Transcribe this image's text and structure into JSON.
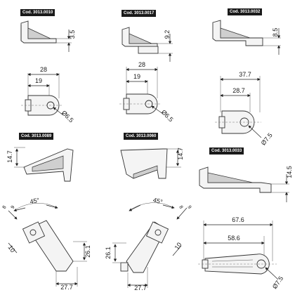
{
  "codes": [
    "Cod. 3013.0010",
    "Cod. 3013.0017",
    "Cod. 3013.0032",
    "Cod. 3013.0089",
    "Cod. 3013.0060",
    "Cod. 3013.0033"
  ],
  "dims": {
    "h1": "3.5",
    "h2": "9.2",
    "h3": "8.5",
    "w1a": "28",
    "w1b": "19",
    "d1": "Ø6.5",
    "w2a": "28",
    "w2b": "19",
    "d2": "Ø6.5",
    "w3a": "37.7",
    "w3b": "28.7",
    "d3": "Ø7.5",
    "h4": "14.7",
    "h5": "14.7",
    "h6": "14.5",
    "ang1": "45°",
    "ang2": "45°",
    "s1a": "8",
    "s1b": "9",
    "s1c": "10",
    "s1d": "26.1",
    "s1e": "27.7",
    "s2a": "8",
    "s2b": "9",
    "s2c": "10",
    "s2d": "26.1",
    "s2e": "27.7",
    "w6a": "67.6",
    "w6b": "58.6",
    "d6": "Ø7.5"
  }
}
